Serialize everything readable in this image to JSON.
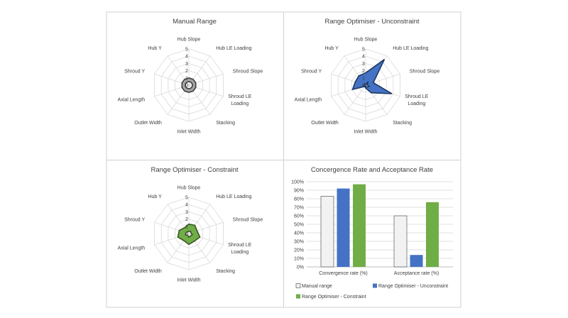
{
  "chart_data": [
    {
      "type": "radar",
      "title": "Manual Range",
      "axes": [
        "Hub Slope",
        "Hub LE Loading",
        "Shroud Slope",
        "Shroud LE Loading",
        "Stacking",
        "Inlet Width",
        "Outlet Width",
        "Axial Length",
        "Shroud Y",
        "Hub Y"
      ],
      "radial_ticks": [
        "0",
        "1",
        "2",
        "3",
        "4",
        "5"
      ],
      "rmax": 5,
      "series": [
        {
          "outer": [
            1,
            1,
            1,
            1,
            1,
            1,
            1,
            1,
            1,
            1
          ],
          "inner": [
            0.5,
            0.5,
            0.5,
            0.5,
            0.5,
            0.5,
            0.5,
            0.5,
            0.5,
            0.5
          ],
          "fill": "#a6a6a6",
          "stroke": "#404040"
        }
      ]
    },
    {
      "type": "radar",
      "title": "Range Optimiser - Unconstraint",
      "axes": [
        "Hub Slope",
        "Hub LE Loading",
        "Shroud Slope",
        "Shroud LE Loading",
        "Stacking",
        "Inlet Width",
        "Outlet Width",
        "Axial Length",
        "Shroud Y",
        "Hub Y"
      ],
      "radial_ticks": [
        "0",
        "1",
        "2",
        "3",
        "4",
        "5"
      ],
      "rmax": 5,
      "series": [
        {
          "outer": [
            1.7,
            4.4,
            1.1,
            3.8,
            1.3,
            0.4,
            0.2,
            1.9,
            1.5,
            1.6
          ],
          "inner": [
            0.1,
            0.6,
            0.2,
            0.5,
            0.3,
            0.1,
            0.1,
            0.3,
            0.2,
            0.2
          ],
          "fill": "#4472c4",
          "stroke": "#1f3864"
        }
      ]
    },
    {
      "type": "radar",
      "title": "Range Optimiser - Constraint",
      "axes": [
        "Hub Slope",
        "Hub LE Loading",
        "Shroud Slope",
        "Shroud LE Loading",
        "Stacking",
        "Inlet Width",
        "Outlet Width",
        "Axial Length",
        "Shroud Y",
        "Hub Y"
      ],
      "radial_ticks": [
        "0",
        "1",
        "2",
        "3",
        "4",
        "5"
      ],
      "rmax": 5,
      "series": [
        {
          "outer": [
            1.3,
            1.4,
            1.2,
            1.6,
            1.3,
            1.5,
            1.2,
            1.6,
            1.4,
            1.0
          ],
          "inner": [
            0.3,
            0.4,
            0.3,
            0.5,
            0.4,
            0.5,
            0.3,
            0.5,
            0.4,
            0.3
          ],
          "fill": "#70ad47",
          "stroke": "#375623"
        }
      ]
    },
    {
      "type": "bar",
      "title": "Concergence Rate and Acceptance Rate",
      "categories": [
        "Convergence rate (%)",
        "Acceptance rate (%)"
      ],
      "ylim": [
        0,
        100
      ],
      "yticks": [
        "0%",
        "10%",
        "20%",
        "30%",
        "40%",
        "50%",
        "60%",
        "70%",
        "80%",
        "90%",
        "100%"
      ],
      "grid": true,
      "legend_position": "bottom",
      "series": [
        {
          "name": "Manual range",
          "values": [
            83,
            60
          ],
          "color": "#f2f2f2"
        },
        {
          "name": "Range Optimiser - Unconstraint",
          "values": [
            92,
            14
          ],
          "color": "#4472c4"
        },
        {
          "name": "Range Optimiser - Constraint",
          "values": [
            97,
            76
          ],
          "color": "#70ad47"
        }
      ]
    }
  ]
}
